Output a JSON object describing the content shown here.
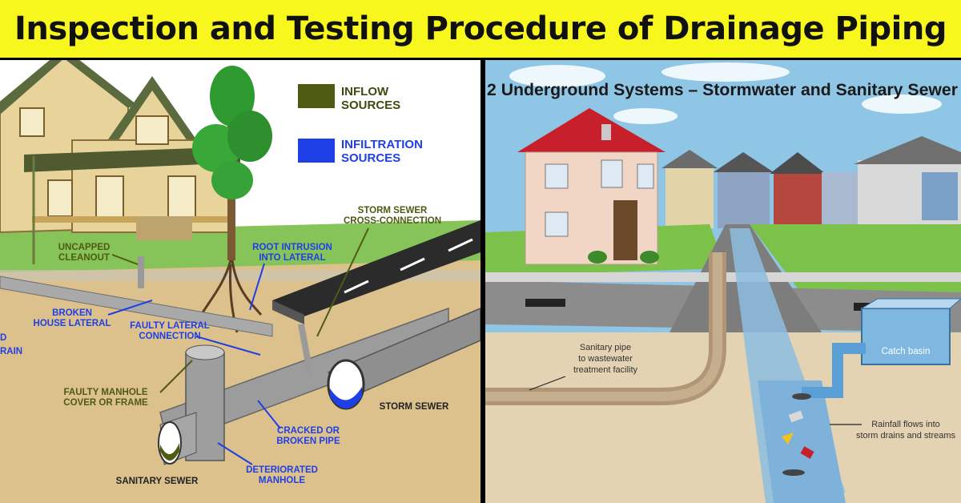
{
  "title": "Inspection and Testing Procedure of Drainage Piping",
  "left": {
    "legend": {
      "inflow": [
        "INFLOW",
        "SOURCES"
      ],
      "infiltration": [
        "INFILTRATION",
        "SOURCES"
      ],
      "inflow_color": "#4f5a12",
      "infiltration_color": "#1f3fe6"
    },
    "labels": {
      "storm_cross": [
        "STORM SEWER",
        "CROSS-CONNECTION"
      ],
      "uncapped": [
        "UNCAPPED",
        "CLEANOUT"
      ],
      "root": [
        "ROOT INTRUSION",
        "INTO LATERAL"
      ],
      "broken": [
        "BROKEN",
        "HOUSE LATERAL"
      ],
      "faulty_lateral": [
        "FAULTY LATERAL",
        "CONNECTION"
      ],
      "roof_drain": [
        "D",
        "RAIN"
      ],
      "manhole_cover": [
        "FAULTY MANHOLE",
        "COVER OR FRAME"
      ],
      "storm_sewer": "STORM SEWER",
      "cracked": [
        "CRACKED OR",
        "BROKEN PIPE"
      ],
      "deteriorated": [
        "DETERIORATED",
        "MANHOLE"
      ],
      "sanitary_sewer": "SANITARY SEWER"
    }
  },
  "right": {
    "heading": "2 Underground Systems – Stormwater and Sanitary Sewer",
    "sanitary_note": [
      "Sanitary pipe",
      "to wastewater",
      "treatment facility"
    ],
    "catch_basin": "Catch basin",
    "rainfall_note": [
      "Rainfall flows into",
      "storm drains and streams"
    ]
  }
}
